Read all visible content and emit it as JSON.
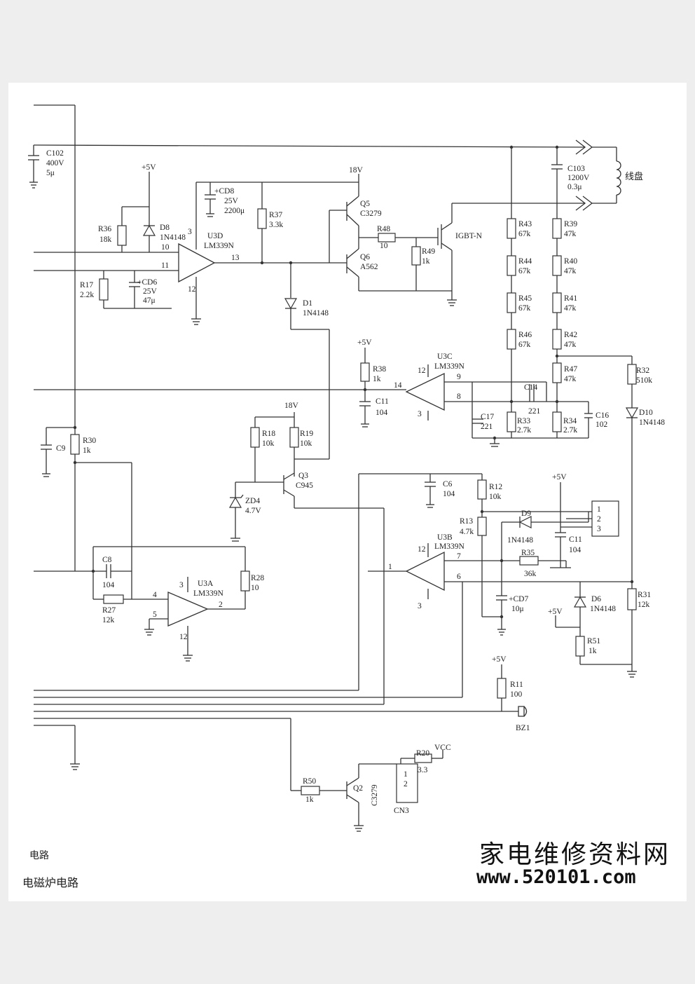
{
  "captions": {
    "section": "电路",
    "title": "电磁炉电路"
  },
  "watermark": {
    "name": "家电维修资料网",
    "url": "www.520101.com"
  },
  "labels": [
    {
      "id": "c102",
      "t": "C102"
    },
    {
      "id": "c102v",
      "t": "400V"
    },
    {
      "id": "c102c",
      "t": "5μ"
    },
    {
      "id": "p5v_a",
      "t": "+5V"
    },
    {
      "id": "d8",
      "t": "D8"
    },
    {
      "id": "d8p",
      "t": "1N4148"
    },
    {
      "id": "r36",
      "t": "R36"
    },
    {
      "id": "r36v",
      "t": "18k"
    },
    {
      "id": "cd8",
      "t": "+CD8"
    },
    {
      "id": "cd8v",
      "t": "25V"
    },
    {
      "id": "cd8c",
      "t": "2200μ"
    },
    {
      "id": "u3d",
      "t": "U3D"
    },
    {
      "id": "u3dp",
      "t": "LM339N"
    },
    {
      "id": "p3d3",
      "t": "3"
    },
    {
      "id": "p3d10",
      "t": "10"
    },
    {
      "id": "p3d11",
      "t": "11"
    },
    {
      "id": "p3d13",
      "t": "13"
    },
    {
      "id": "p3d12",
      "t": "12"
    },
    {
      "id": "r37",
      "t": "R37"
    },
    {
      "id": "r37v",
      "t": "3.3k"
    },
    {
      "id": "v18a",
      "t": "18V"
    },
    {
      "id": "q5",
      "t": "Q5"
    },
    {
      "id": "q5p",
      "t": "C3279"
    },
    {
      "id": "r48",
      "t": "R48"
    },
    {
      "id": "r48v",
      "t": "10"
    },
    {
      "id": "q6",
      "t": "Q6"
    },
    {
      "id": "q6p",
      "t": "A562"
    },
    {
      "id": "r49",
      "t": "R49"
    },
    {
      "id": "r49v",
      "t": "1k"
    },
    {
      "id": "igbt",
      "t": "IGBT-N"
    },
    {
      "id": "c103",
      "t": "C103"
    },
    {
      "id": "c103v",
      "t": "1200V"
    },
    {
      "id": "c103c",
      "t": "0.3μ"
    },
    {
      "id": "coil",
      "t": "线盘"
    },
    {
      "id": "r43",
      "t": "R43"
    },
    {
      "id": "r43v",
      "t": "67k"
    },
    {
      "id": "r44",
      "t": "R44"
    },
    {
      "id": "r44v",
      "t": "67k"
    },
    {
      "id": "r45",
      "t": "R45"
    },
    {
      "id": "r45v",
      "t": "67k"
    },
    {
      "id": "r46",
      "t": "R46"
    },
    {
      "id": "r46v",
      "t": "67k"
    },
    {
      "id": "r39",
      "t": "R39"
    },
    {
      "id": "r39v",
      "t": "47k"
    },
    {
      "id": "r40",
      "t": "R40"
    },
    {
      "id": "r40v",
      "t": "47k"
    },
    {
      "id": "r41",
      "t": "R41"
    },
    {
      "id": "r41v",
      "t": "47k"
    },
    {
      "id": "r42",
      "t": "R42"
    },
    {
      "id": "r42v",
      "t": "47k"
    },
    {
      "id": "r47",
      "t": "R47"
    },
    {
      "id": "r47v",
      "t": "47k"
    },
    {
      "id": "r17",
      "t": "R17"
    },
    {
      "id": "r17v",
      "t": "2.2k"
    },
    {
      "id": "cd6",
      "t": "+CD6"
    },
    {
      "id": "cd6v",
      "t": "25V"
    },
    {
      "id": "cd6c",
      "t": "47μ"
    },
    {
      "id": "d1",
      "t": "D1"
    },
    {
      "id": "d1p",
      "t": "1N4148"
    },
    {
      "id": "p5v_b",
      "t": "+5V"
    },
    {
      "id": "r38",
      "t": "R38"
    },
    {
      "id": "r38v",
      "t": "1k"
    },
    {
      "id": "c11a",
      "t": "C11"
    },
    {
      "id": "c11av",
      "t": "104"
    },
    {
      "id": "u3c",
      "t": "U3C"
    },
    {
      "id": "u3cp",
      "t": "LM339N"
    },
    {
      "id": "p3c12",
      "t": "12"
    },
    {
      "id": "p3c14",
      "t": "14"
    },
    {
      "id": "p3c9",
      "t": "9"
    },
    {
      "id": "p3c8",
      "t": "8"
    },
    {
      "id": "p3c3",
      "t": "3"
    },
    {
      "id": "c14",
      "t": "C14"
    },
    {
      "id": "c14v",
      "t": "221"
    },
    {
      "id": "c17",
      "t": "C17"
    },
    {
      "id": "c17v",
      "t": "221"
    },
    {
      "id": "r33",
      "t": "R33"
    },
    {
      "id": "r33v",
      "t": "2.7k"
    },
    {
      "id": "r34",
      "t": "R34"
    },
    {
      "id": "r34v",
      "t": "2.7k"
    },
    {
      "id": "c16",
      "t": "C16"
    },
    {
      "id": "c16v",
      "t": "102"
    },
    {
      "id": "r32",
      "t": "R32"
    },
    {
      "id": "r32v",
      "t": "510k"
    },
    {
      "id": "d10",
      "t": "D10"
    },
    {
      "id": "d10p",
      "t": "1N4148"
    },
    {
      "id": "c9",
      "t": "C9"
    },
    {
      "id": "r30",
      "t": "R30"
    },
    {
      "id": "r30v",
      "t": "1k"
    },
    {
      "id": "v18b",
      "t": "18V"
    },
    {
      "id": "r18",
      "t": "R18"
    },
    {
      "id": "r18v",
      "t": "10k"
    },
    {
      "id": "r19",
      "t": "R19"
    },
    {
      "id": "r19v",
      "t": "10k"
    },
    {
      "id": "q3",
      "t": "Q3"
    },
    {
      "id": "q3p",
      "t": "C945"
    },
    {
      "id": "zd4",
      "t": "ZD4"
    },
    {
      "id": "zd4v",
      "t": "4.7V"
    },
    {
      "id": "c6",
      "t": "C6"
    },
    {
      "id": "c6v",
      "t": "104"
    },
    {
      "id": "r12",
      "t": "R12"
    },
    {
      "id": "r12v",
      "t": "10k"
    },
    {
      "id": "p5v_c",
      "t": "+5V"
    },
    {
      "id": "r13",
      "t": "R13"
    },
    {
      "id": "r13v",
      "t": "4.7k"
    },
    {
      "id": "d9",
      "t": "D9"
    },
    {
      "id": "d9p",
      "t": "1N4148"
    },
    {
      "id": "c11b",
      "t": "C11"
    },
    {
      "id": "c11bv",
      "t": "104"
    },
    {
      "id": "u3b",
      "t": "U3B"
    },
    {
      "id": "u3bp",
      "t": "LM339N"
    },
    {
      "id": "p3b12",
      "t": "12"
    },
    {
      "id": "p3b1",
      "t": "1"
    },
    {
      "id": "p3b7",
      "t": "7"
    },
    {
      "id": "p3b6",
      "t": "6"
    },
    {
      "id": "p3b3",
      "t": "3"
    },
    {
      "id": "r35",
      "t": "R35"
    },
    {
      "id": "r35v",
      "t": "36k"
    },
    {
      "id": "cd7",
      "t": "+CD7"
    },
    {
      "id": "cd7v",
      "t": "10μ"
    },
    {
      "id": "d6",
      "t": "D6"
    },
    {
      "id": "d6p",
      "t": "1N4148"
    },
    {
      "id": "r31",
      "t": "R31"
    },
    {
      "id": "r31v",
      "t": "12k"
    },
    {
      "id": "p5v_d",
      "t": "+5V"
    },
    {
      "id": "r51",
      "t": "R51"
    },
    {
      "id": "r51v",
      "t": "1k"
    },
    {
      "id": "c8",
      "t": "C8"
    },
    {
      "id": "c8v",
      "t": "104"
    },
    {
      "id": "r27",
      "t": "R27"
    },
    {
      "id": "r27v",
      "t": "12k"
    },
    {
      "id": "u3a",
      "t": "U3A"
    },
    {
      "id": "u3ap",
      "t": "LM339N"
    },
    {
      "id": "p3a3",
      "t": "3"
    },
    {
      "id": "p3a4",
      "t": "4"
    },
    {
      "id": "p3a5",
      "t": "5"
    },
    {
      "id": "p3a2",
      "t": "2"
    },
    {
      "id": "p3a12",
      "t": "12"
    },
    {
      "id": "r28",
      "t": "R28"
    },
    {
      "id": "r28v",
      "t": "10"
    },
    {
      "id": "p5v_e",
      "t": "+5V"
    },
    {
      "id": "r11",
      "t": "R11"
    },
    {
      "id": "r11v",
      "t": "100"
    },
    {
      "id": "bz1",
      "t": "BZ1"
    },
    {
      "id": "r20",
      "t": "R20"
    },
    {
      "id": "r20v",
      "t": "3.3"
    },
    {
      "id": "vcc",
      "t": "VCC"
    },
    {
      "id": "r50",
      "t": "R50"
    },
    {
      "id": "r50v",
      "t": "1k"
    },
    {
      "id": "q2",
      "t": "Q2"
    },
    {
      "id": "q2p",
      "t": "C3279"
    },
    {
      "id": "cn3",
      "t": "CN3"
    },
    {
      "id": "cn3a",
      "t": "1"
    },
    {
      "id": "cn3b",
      "t": "2"
    },
    {
      "id": "cna",
      "t": "1"
    },
    {
      "id": "cnb",
      "t": "2"
    },
    {
      "id": "cnc",
      "t": "3"
    }
  ]
}
